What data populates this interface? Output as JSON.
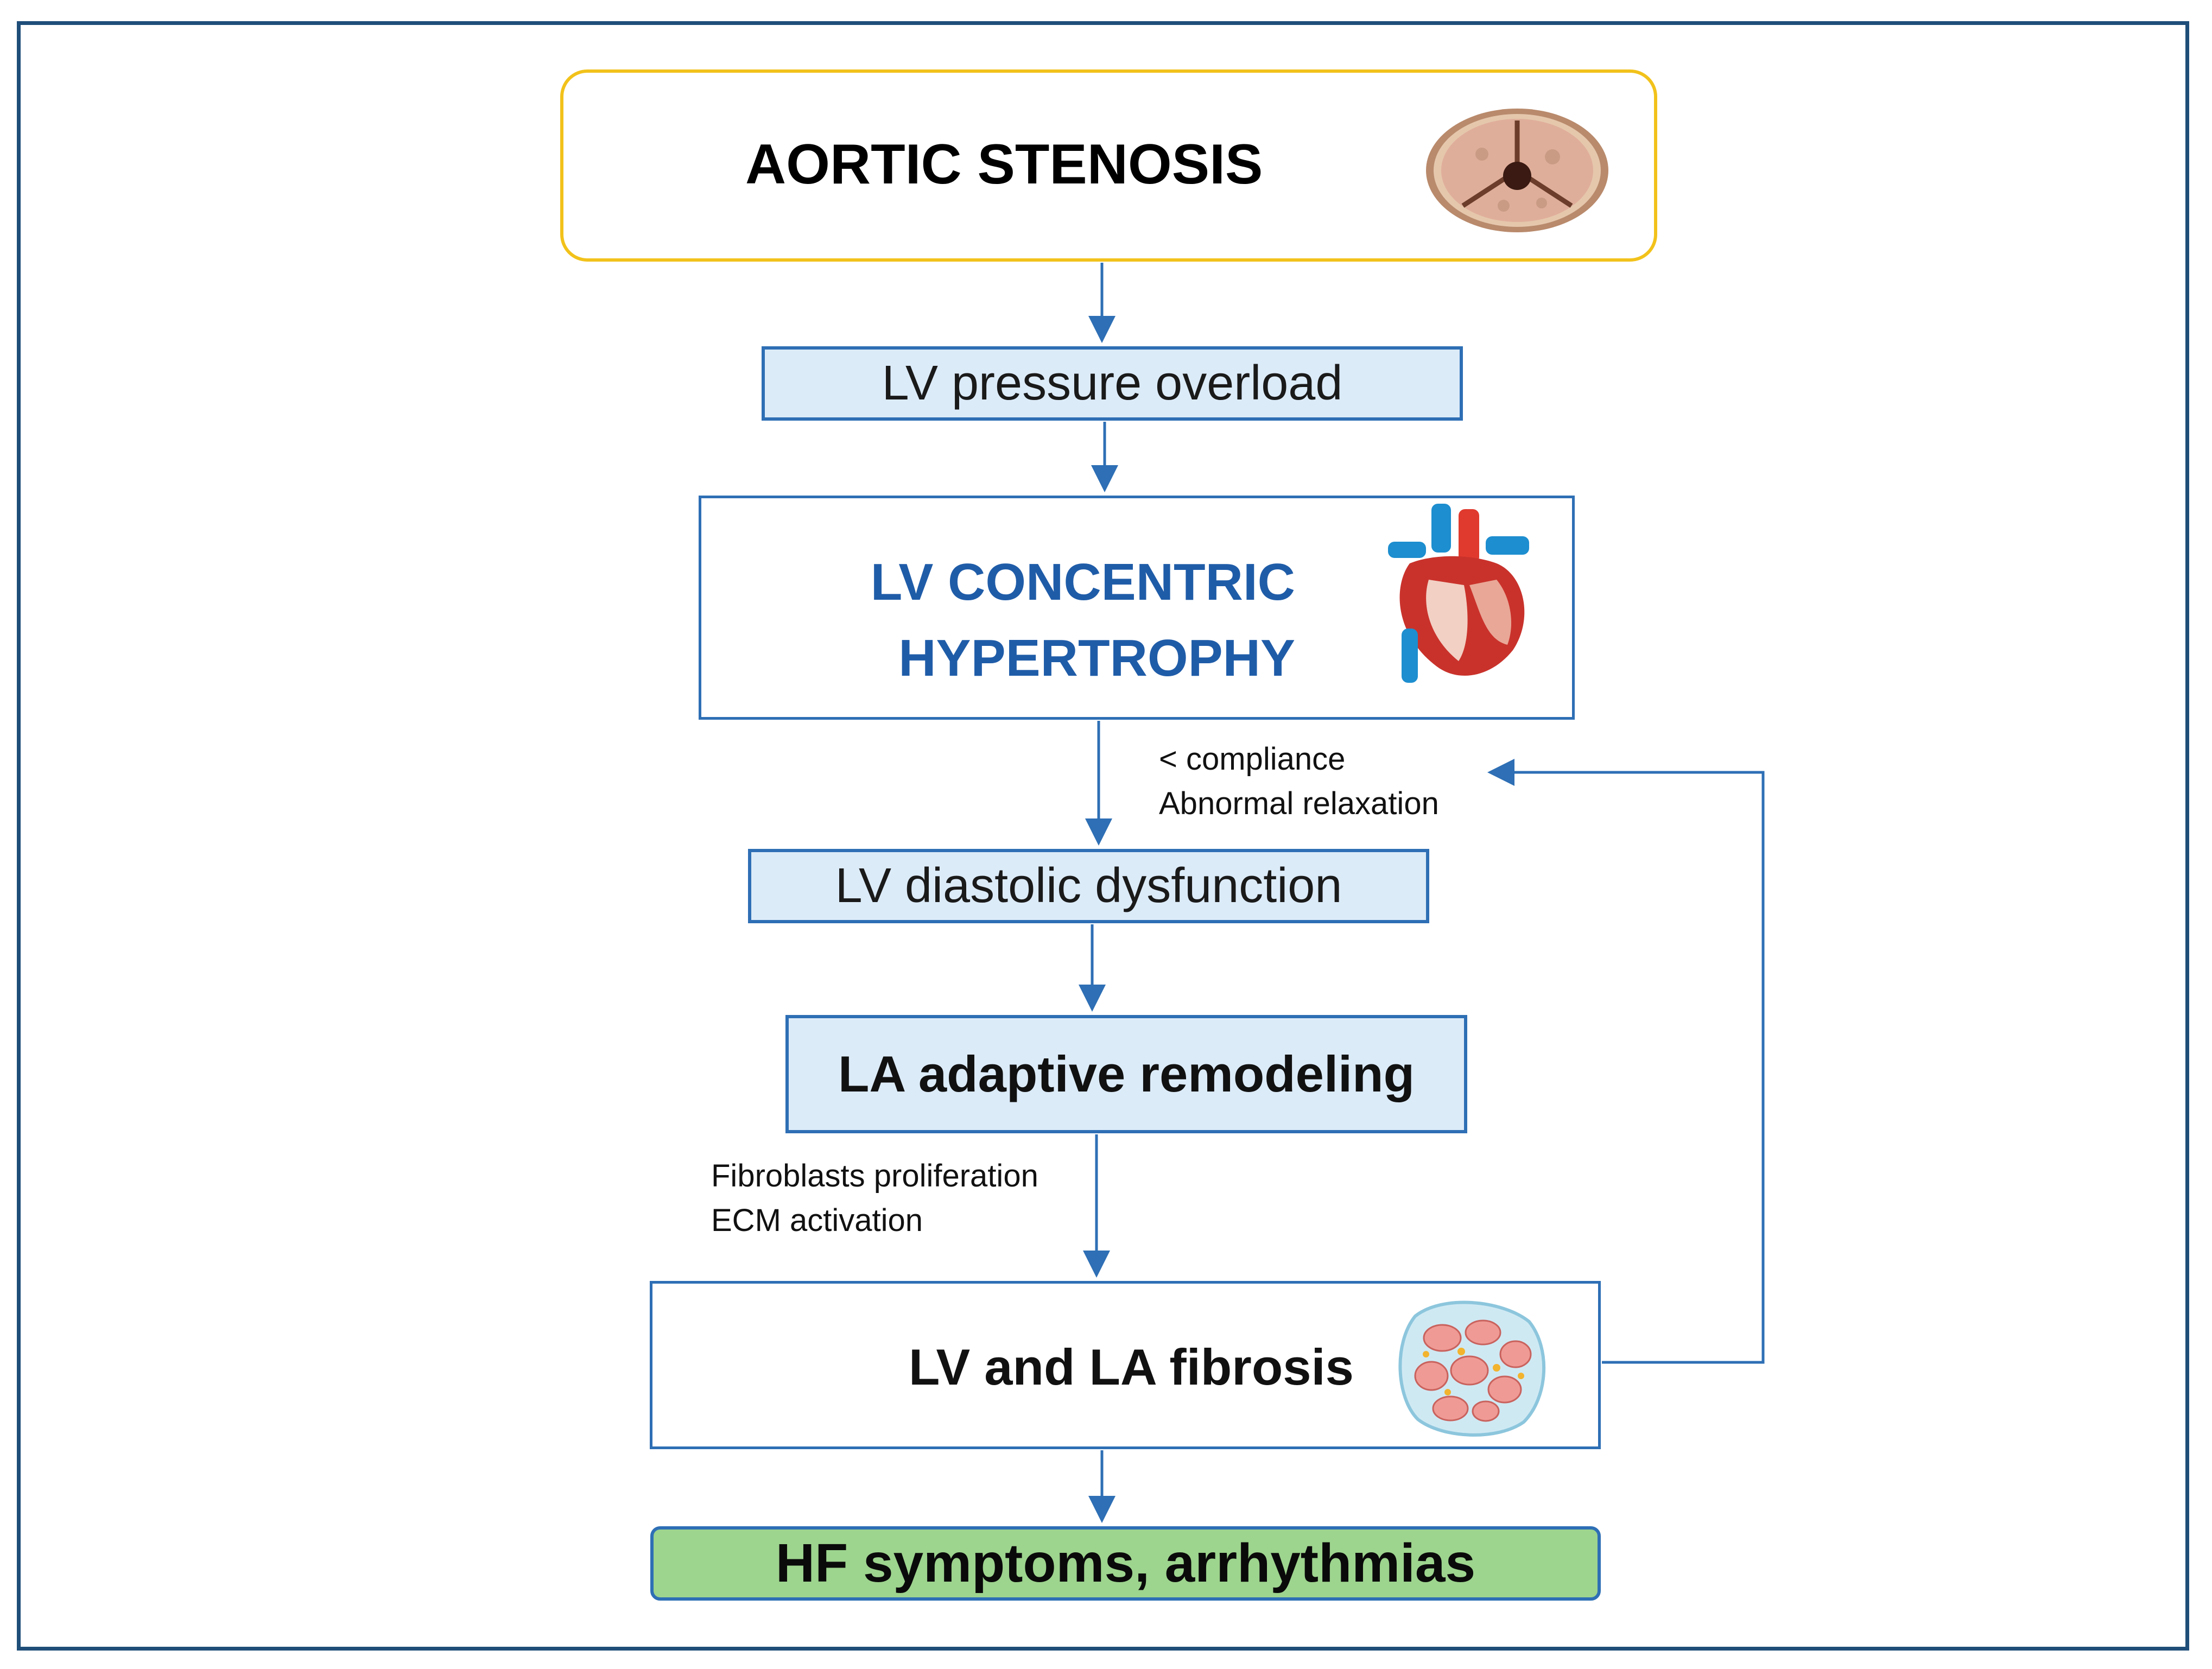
{
  "title": "AORTIC STENOSIS",
  "nodes": {
    "pressure": "LV pressure overload",
    "concentric_line1": "LV CONCENTRIC",
    "concentric_line2": "HYPERTROPHY",
    "diastolic": "LV diastolic dysfunction",
    "la_remodeling": "LA adaptive remodeling",
    "fibrosis": "LV and LA fibrosis",
    "outcome": "HF symptoms, arrhythmias"
  },
  "notes": {
    "compliance": "< compliance",
    "relaxation": "Abnormal relaxation",
    "fibroblasts": "Fibroblasts proliferation",
    "ecm": "ECM activation"
  },
  "icons": [
    "aortic-valve-icon",
    "heart-icon",
    "fibrosis-tissue-icon"
  ],
  "colors": {
    "border": "#1f4e79",
    "arrow": "#2e6fb5",
    "title_border": "#f2c21b",
    "light_box": "#dcebf8",
    "outcome_box": "#9dd48e",
    "heading_blue": "#1f5ca8"
  }
}
